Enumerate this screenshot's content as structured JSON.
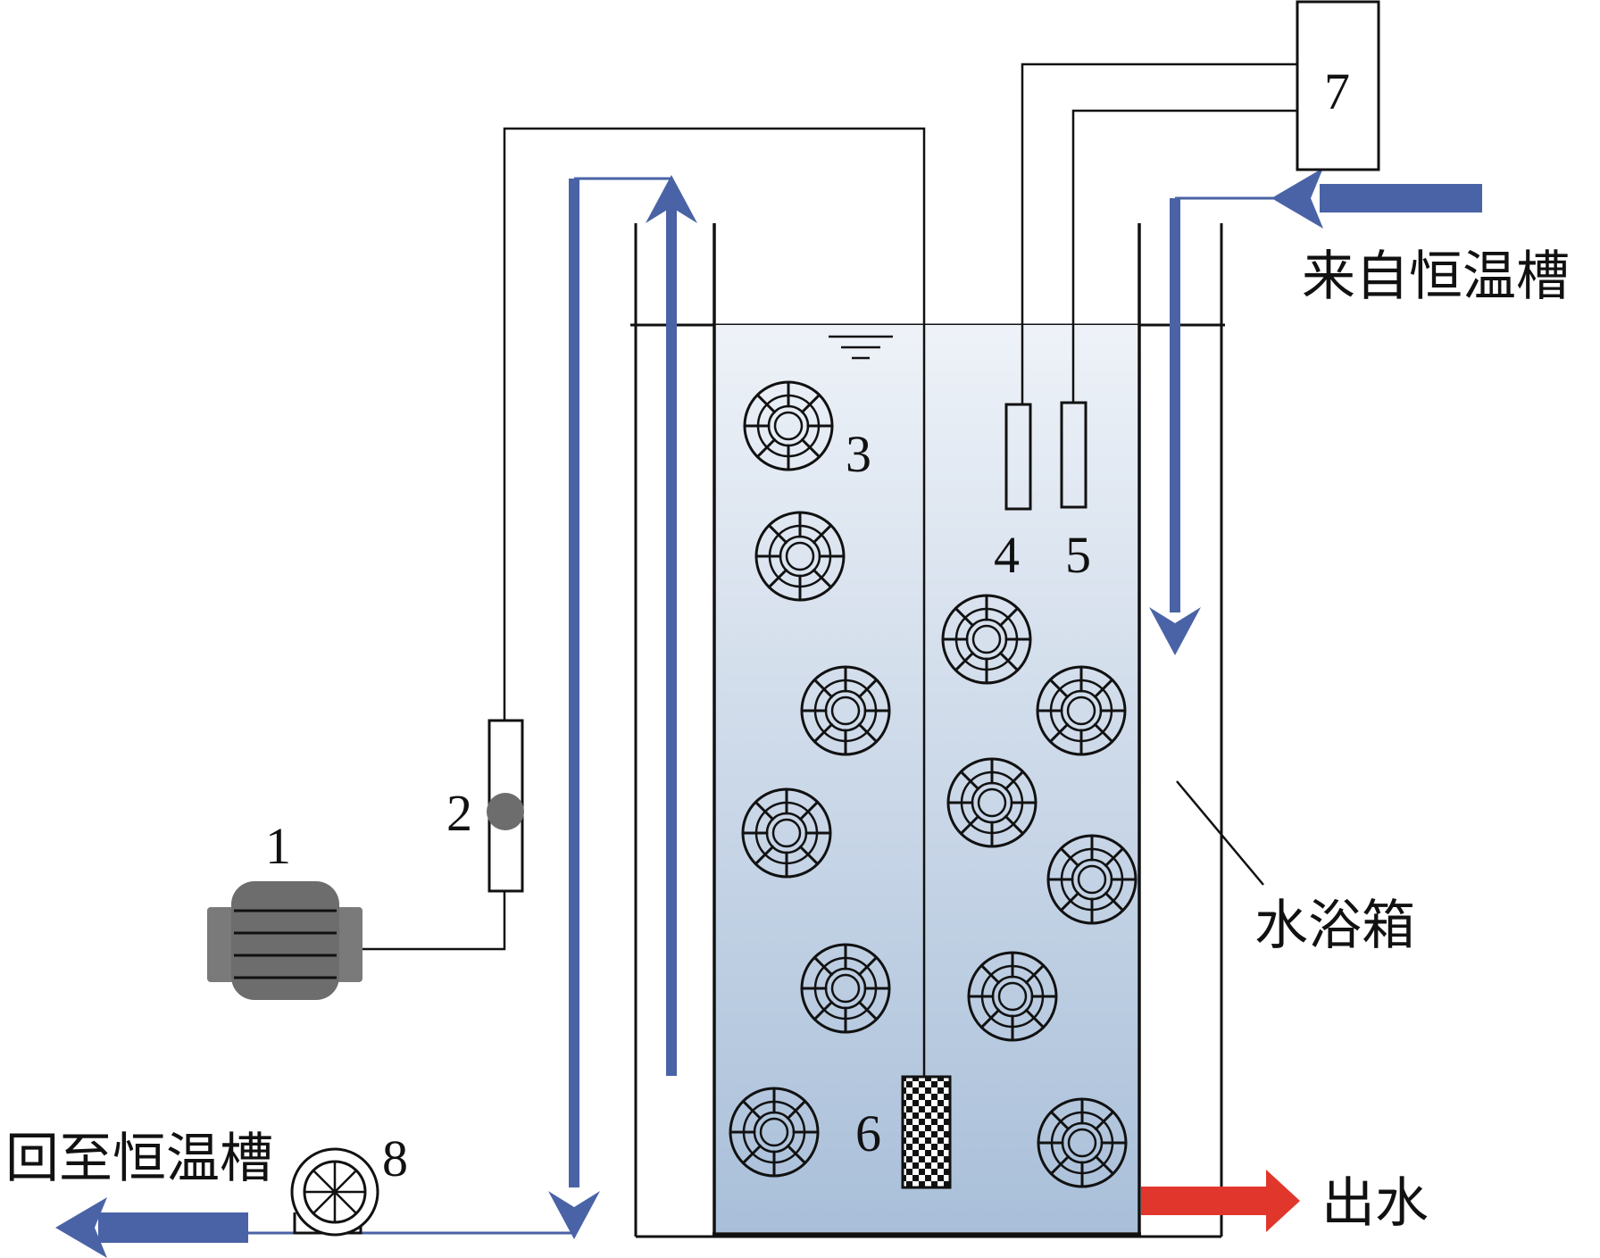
{
  "labels": {
    "n1": "1",
    "n2": "2",
    "n3": "3",
    "n4": "4",
    "n5": "5",
    "n6": "6",
    "n7": "7",
    "n8": "8",
    "from_thermostat": "来自恒温槽",
    "to_thermostat": "回至恒温槽",
    "water_bath": "水浴箱",
    "outflow": "出水"
  },
  "colors": {
    "inflow_arrow": "#4a63a6",
    "outflow_arrow": "#e1362b",
    "water_top": "#eef2f8",
    "water_bottom": "#a9bfd9",
    "line": "#111111",
    "motor_body": "#6d6d6d"
  },
  "icons": {
    "carrier": "carrier-ring-icon",
    "pump": "air-pump-icon",
    "flowmeter": "rotameter-icon",
    "fan": "circulation-pump-icon"
  }
}
